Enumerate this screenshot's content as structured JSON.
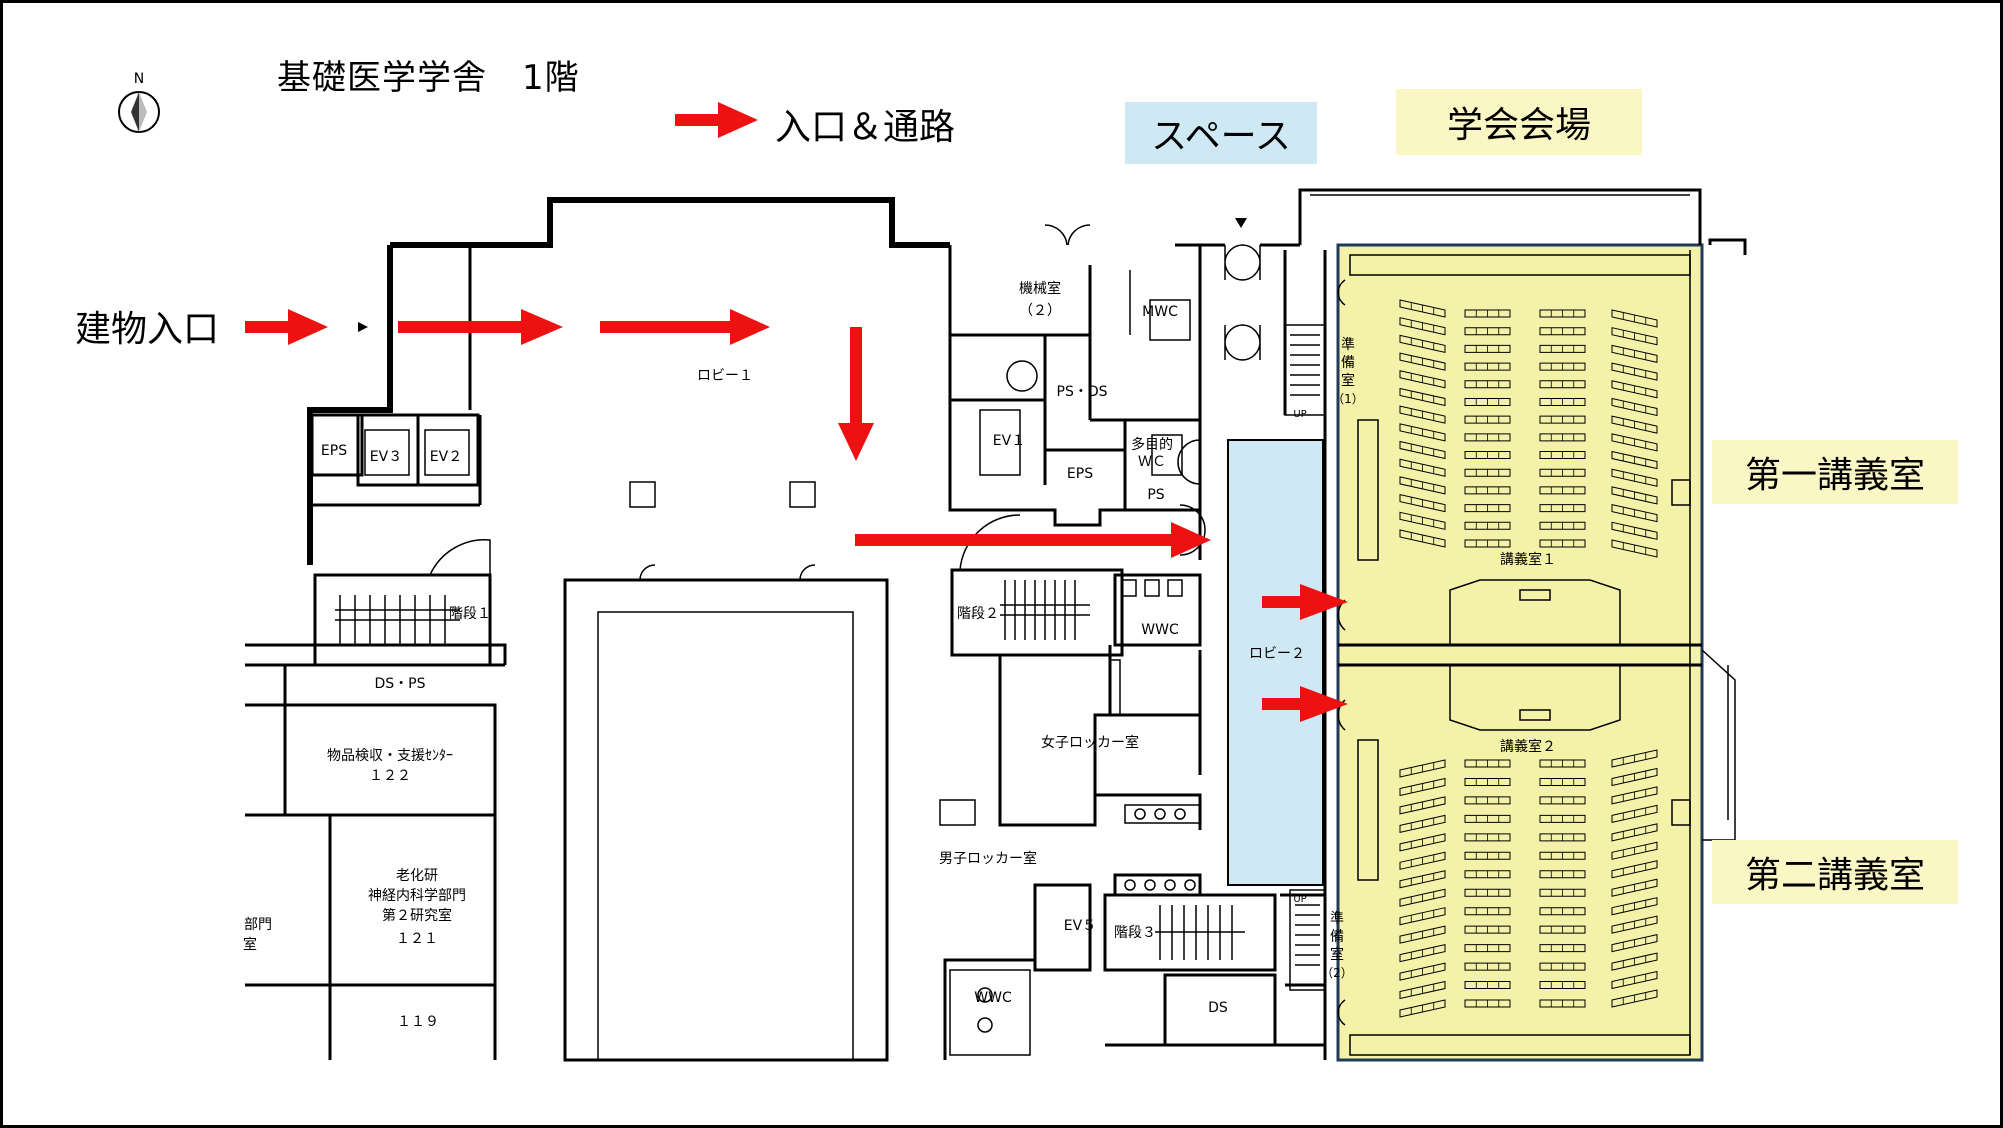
{
  "title": "基礎医学学舎　1階",
  "legend": {
    "arrow_meaning": "入口＆通路",
    "space_label": "スペース",
    "venue_label": "学会会場"
  },
  "entrance_label": "建物入口",
  "compass_letter": "N",
  "halls": {
    "hall1_label": "第一講義室",
    "hall2_label": "第二講義室"
  },
  "rooms": {
    "lobby1": "ロビー１",
    "lobby2": "ロビー２",
    "machine_room": "機械室",
    "machine_room_no": "（２）",
    "ps_ds": "PS・DS",
    "mwc": "MWC",
    "multi_wc_1": "多目的",
    "multi_wc_2": "ＷＣ",
    "ps": "PS",
    "eps_right": "EPS",
    "ev1": "EV１",
    "eps_left": "EPS",
    "ev3": "EV３",
    "ev2": "EV２",
    "stairs1": "階段１",
    "stairs2": "階段２",
    "stairs3": "階段３",
    "wwc": "WWC",
    "wwc_lower": "WWC",
    "ds_ps": "DS・PS",
    "receiving_1": "物品検収・支援ｾﾝﾀｰ",
    "receiving_2": "１２２",
    "aging_1": "老化研",
    "aging_2": "神経内科学部門",
    "aging_3": "第２研究室",
    "aging_4": "１２１",
    "room119": "１１９",
    "womens_locker": "女子ロッカー室",
    "mens_locker": "男子ロッカー室",
    "ev5": "EV５",
    "ds": "DS",
    "prep1_a": "準",
    "prep1_b": "備",
    "prep1_c": "室",
    "prep1_d": "（1）",
    "prep2_a": "準",
    "prep2_b": "備",
    "prep2_c": "室",
    "prep2_d": "（2）",
    "lecture1": "講義室１",
    "lecture2": "講義室２",
    "up1": "UP",
    "up2": "UP",
    "cut_left_1": "部門",
    "cut_left_2": "室"
  },
  "colors": {
    "arrow": "#ee1111",
    "space_fill": "#cfe9f4",
    "venue_fill": "#f4f1a8",
    "venue_label_fill": "#fbf7c4",
    "venue_border": "#1f3a5a"
  }
}
